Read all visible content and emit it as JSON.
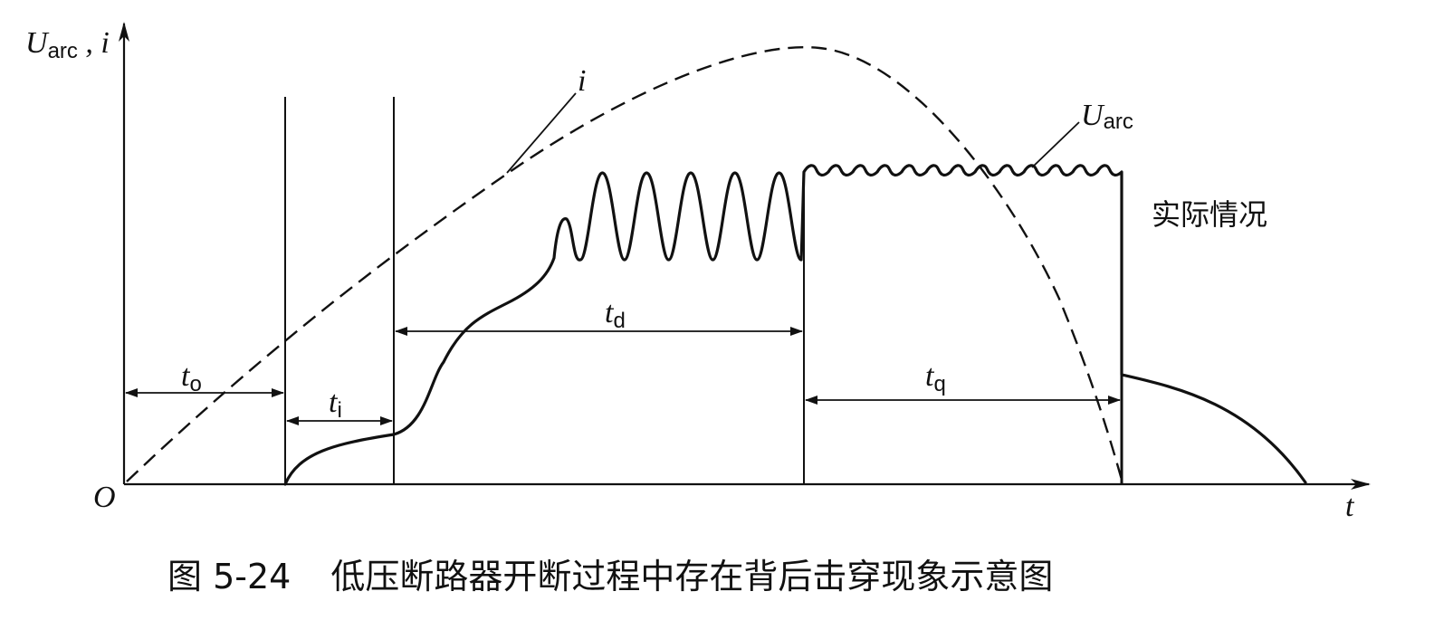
{
  "axes": {
    "origin": "O",
    "x_axis": "t",
    "y_axis": {
      "main": "U",
      "sub": "arc",
      "tail": " , i"
    }
  },
  "curves": {
    "current": "i",
    "arc_voltage": {
      "main": "U",
      "sub": "arc"
    }
  },
  "intervals": {
    "t_o": {
      "main": "t",
      "sub": "o"
    },
    "t_i": {
      "main": "t",
      "sub": "i"
    },
    "t_d": {
      "main": "t",
      "sub": "d"
    },
    "t_q": {
      "main": "t",
      "sub": "q"
    }
  },
  "annotation": "实际情况",
  "caption": {
    "number": "图 5-24",
    "text": "低压断路器开断过程中存在背后击穿现象示意图"
  }
}
